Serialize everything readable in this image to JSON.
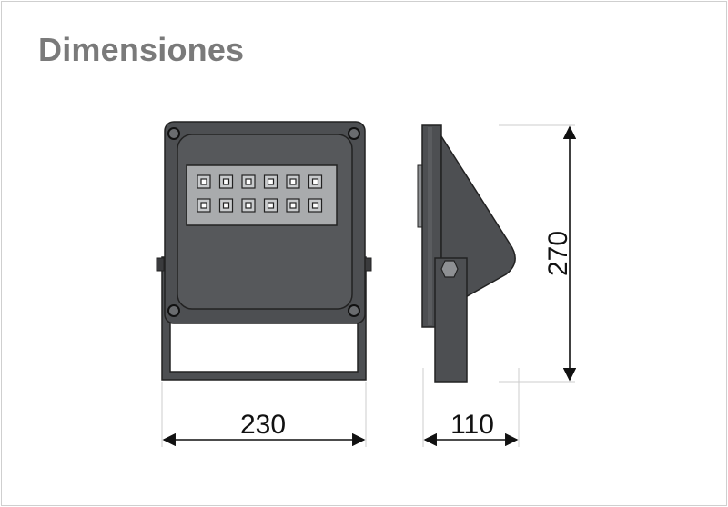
{
  "title": "Dimensiones",
  "dimensions": {
    "width": "230",
    "depth": "110",
    "height": "270"
  },
  "colors": {
    "housing": "#4d4f52",
    "housing_dark": "#3a3b3d",
    "led_panel": "#a9abad",
    "title": "#7a7a7a",
    "dimension_line": "#111111"
  },
  "led_grid": {
    "rows": 2,
    "columns": 6
  }
}
